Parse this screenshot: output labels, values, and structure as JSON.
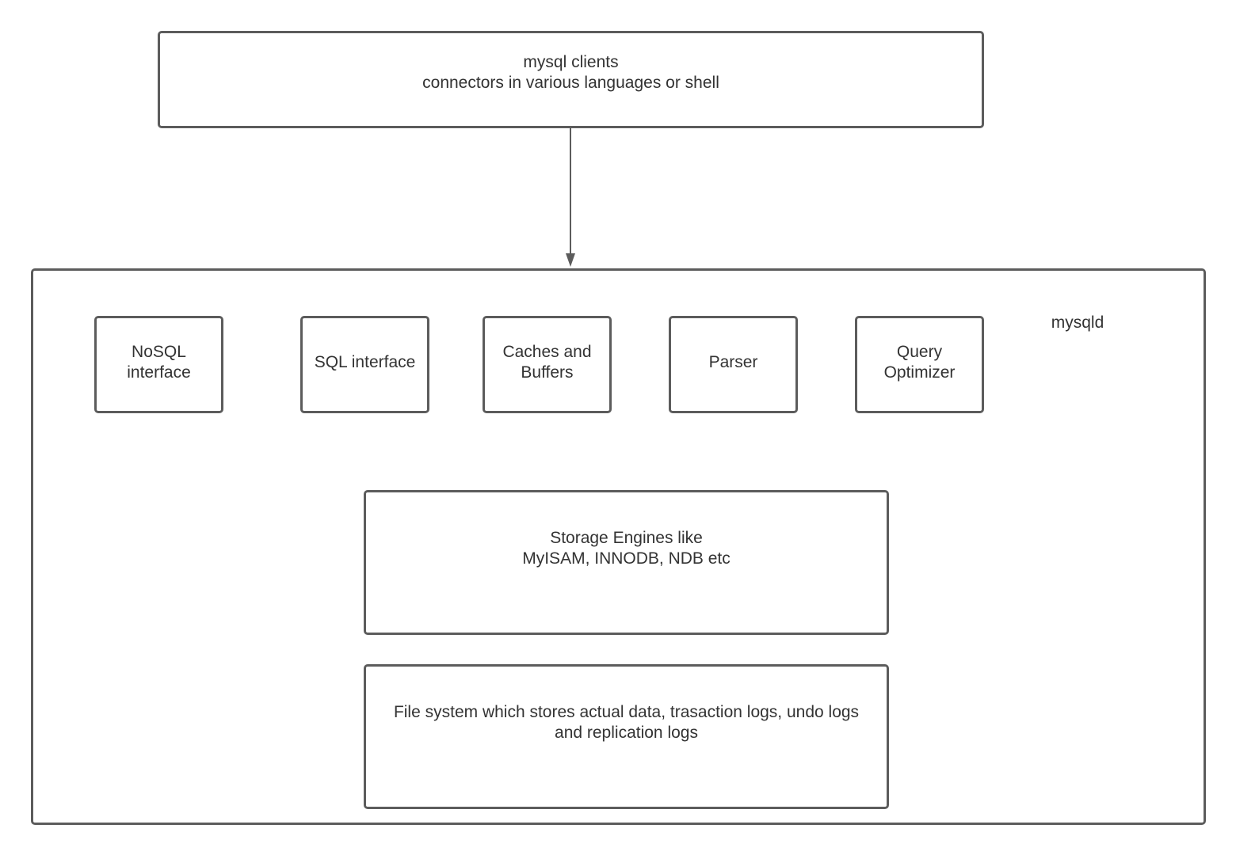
{
  "client": {
    "text": "mysql clients\nconnectors in various languages or shell"
  },
  "server": {
    "label": "mysqld",
    "components": [
      {
        "text": "NoSQL\ninterface"
      },
      {
        "text": "SQL interface"
      },
      {
        "text": "Caches and\nBuffers"
      },
      {
        "text": "Parser"
      },
      {
        "text": "Query\nOptimizer"
      }
    ],
    "storage": {
      "text": "Storage Engines like\nMyISAM, INNODB, NDB etc"
    },
    "filesystem": {
      "text": "File system which stores actual data, trasaction logs, undo logs\nand replication logs"
    }
  },
  "colors": {
    "stroke": "#5c5c5c",
    "text": "#333333",
    "background": "#ffffff"
  }
}
